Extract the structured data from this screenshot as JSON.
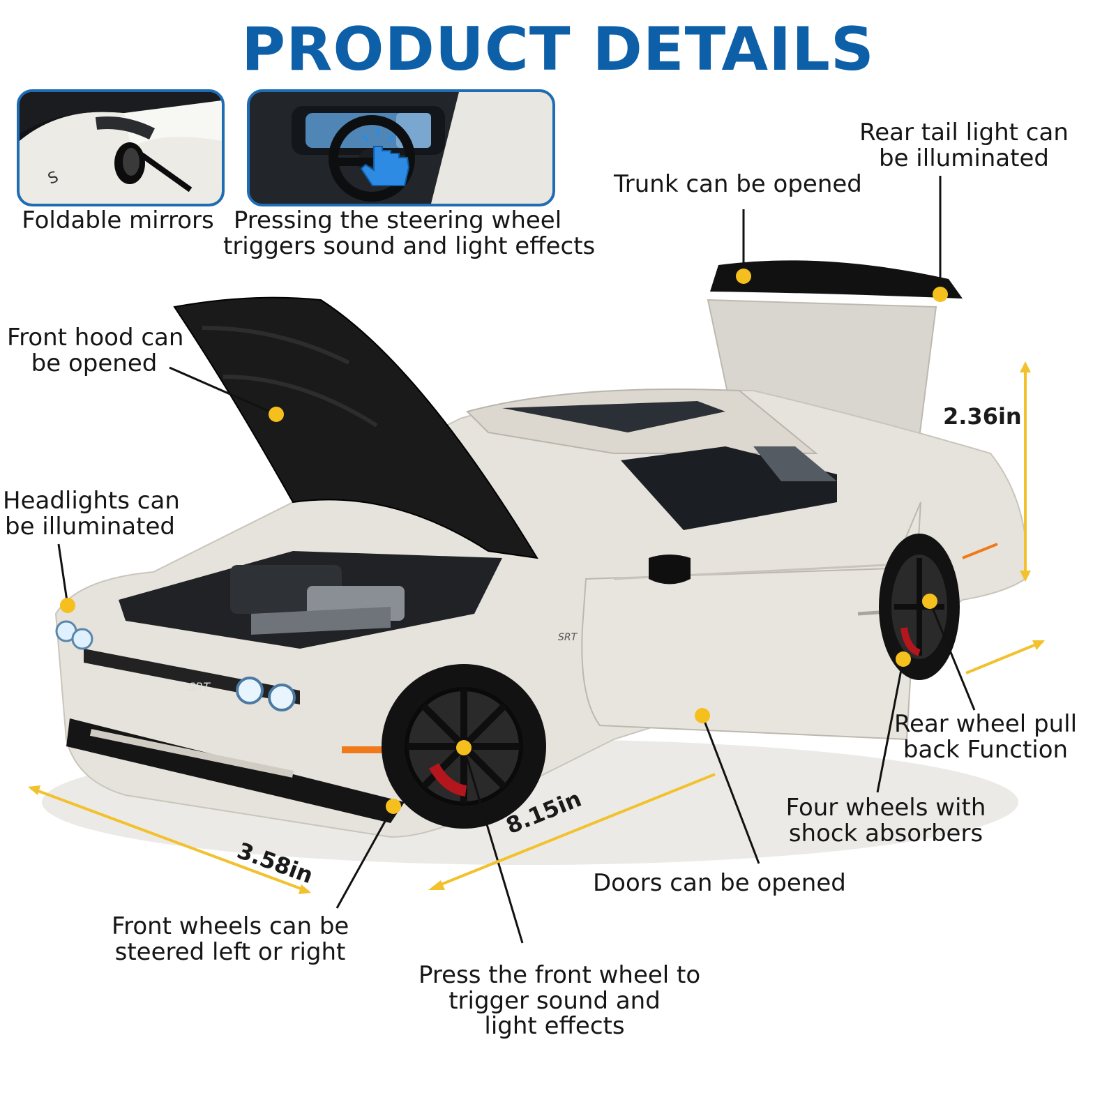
{
  "title": "PRODUCT DETAILS",
  "colors": {
    "title_blue": "#0d5fa8",
    "inset_border": "#1e6db4",
    "marker_dot": "#f5bf1e",
    "dimension_line": "#f2c12e",
    "car_body": "#e6e3dc",
    "wheel": "#1a1a1a",
    "brake_caliper": "#b3161c"
  },
  "insets": [
    {
      "name": "foldable-mirrors-closeup",
      "caption": [
        "Foldable mirrors"
      ]
    },
    {
      "name": "steering-wheel-closeup",
      "caption": [
        "Pressing the steering wheel",
        "triggers sound and light effects"
      ],
      "icon": "hand-pointer-icon"
    }
  ],
  "callouts": {
    "trunk": [
      "Trunk can be opened"
    ],
    "rear_tail_light": [
      "Rear tail light can",
      "be illuminated"
    ],
    "front_hood": [
      "Front hood can",
      "be opened"
    ],
    "headlights": [
      "Headlights can",
      "be illuminated"
    ],
    "rear_wheel": [
      "Rear wheel pull",
      "back Function"
    ],
    "four_wheels": [
      "Four wheels with",
      "shock absorbers"
    ],
    "doors": [
      "Doors can be opened"
    ],
    "front_wheels": [
      "Front wheels can be",
      "steered left or right"
    ],
    "press_front_wheel": [
      "Press the front wheel to",
      "trigger sound and",
      "light effects"
    ]
  },
  "dimensions": {
    "height": "2.36in",
    "length": "8.15in",
    "width": "3.58in"
  },
  "emblem": "SRT"
}
